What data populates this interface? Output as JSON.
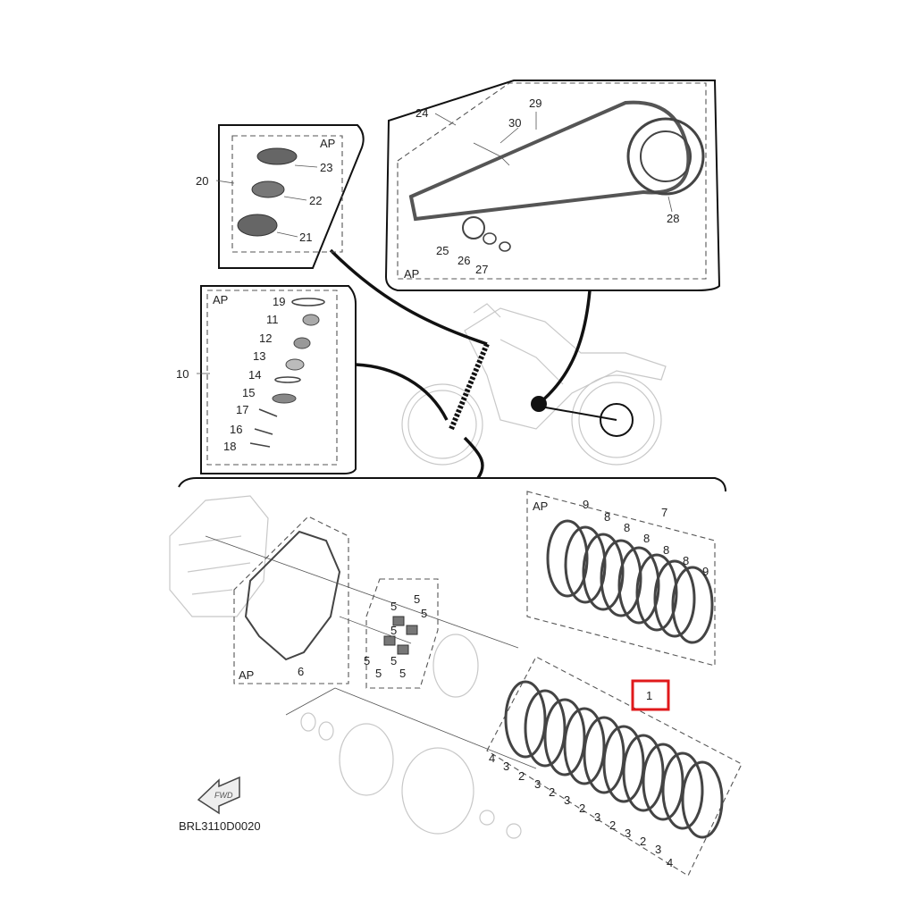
{
  "diagram": {
    "diagram_code": "BRL3110D0020",
    "fwd_label": "FWD",
    "highlight_callout": "1",
    "callouts": {
      "ap_bearings": "AP",
      "ap_sprocket": "AP",
      "ap_steering": "AP",
      "ap_clutch_plates": "AP",
      "ap_gasket": "AP",
      "c1": "1",
      "c2": "2",
      "c3": "3",
      "c4": "4",
      "c5": "5",
      "c6": "6",
      "c7": "7",
      "c8": "8",
      "c9": "9",
      "c10": "10",
      "c11": "11",
      "c12": "12",
      "c13": "13",
      "c14": "14",
      "c15": "15",
      "c16": "16",
      "c17": "17",
      "c18": "18",
      "c19": "19",
      "c20": "20",
      "c21": "21",
      "c22": "22",
      "c23": "23",
      "c24": "24",
      "c25": "25",
      "c26": "26",
      "c27": "27",
      "c28": "28",
      "c29": "29",
      "c30": "30"
    },
    "colors": {
      "highlight": "#e0191b",
      "lines": "#444444",
      "ghost": "#c8c8c8",
      "connector": "#111111"
    }
  }
}
